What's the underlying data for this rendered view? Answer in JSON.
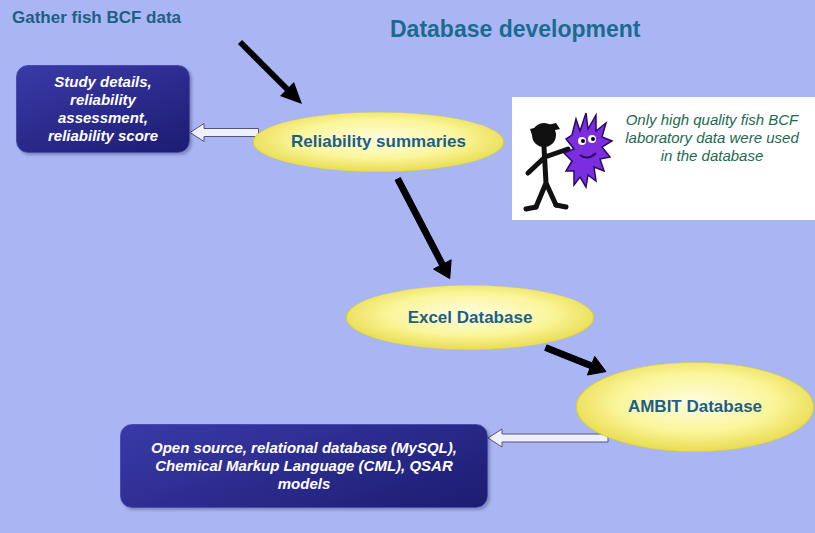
{
  "diagram": {
    "title": "Database development",
    "nodes": [
      {
        "text": [
          "Study details, reliability assessment, reliability score"
        ]
      },
      {
        "text": [
          "Reliability summaries"
        ]
      },
      {
        "text": [
          "Only high quality fish BCF laboratory data were used in the database"
        ]
      },
      {
        "text": [
          "Excel Database"
        ]
      },
      {
        "text": [
          "AMBIT Database"
        ]
      },
      {
        "text": [
          "Open source, relational database (MySQL), Chemical Markup Language (CML), QSAR models"
        ]
      }
    ],
    "edges": [
      {
        "from": 1,
        "to": 0,
        "arrow": "to"
      },
      {
        "from": 1,
        "to": 3,
        "arrow": "to"
      },
      {
        "from": 3,
        "to": 4,
        "arrow": "to"
      },
      {
        "from": 4,
        "to": 5,
        "arrow": "to"
      }
    ],
    "labels": [
      "Gather fish BCF data"
    ]
  }
}
